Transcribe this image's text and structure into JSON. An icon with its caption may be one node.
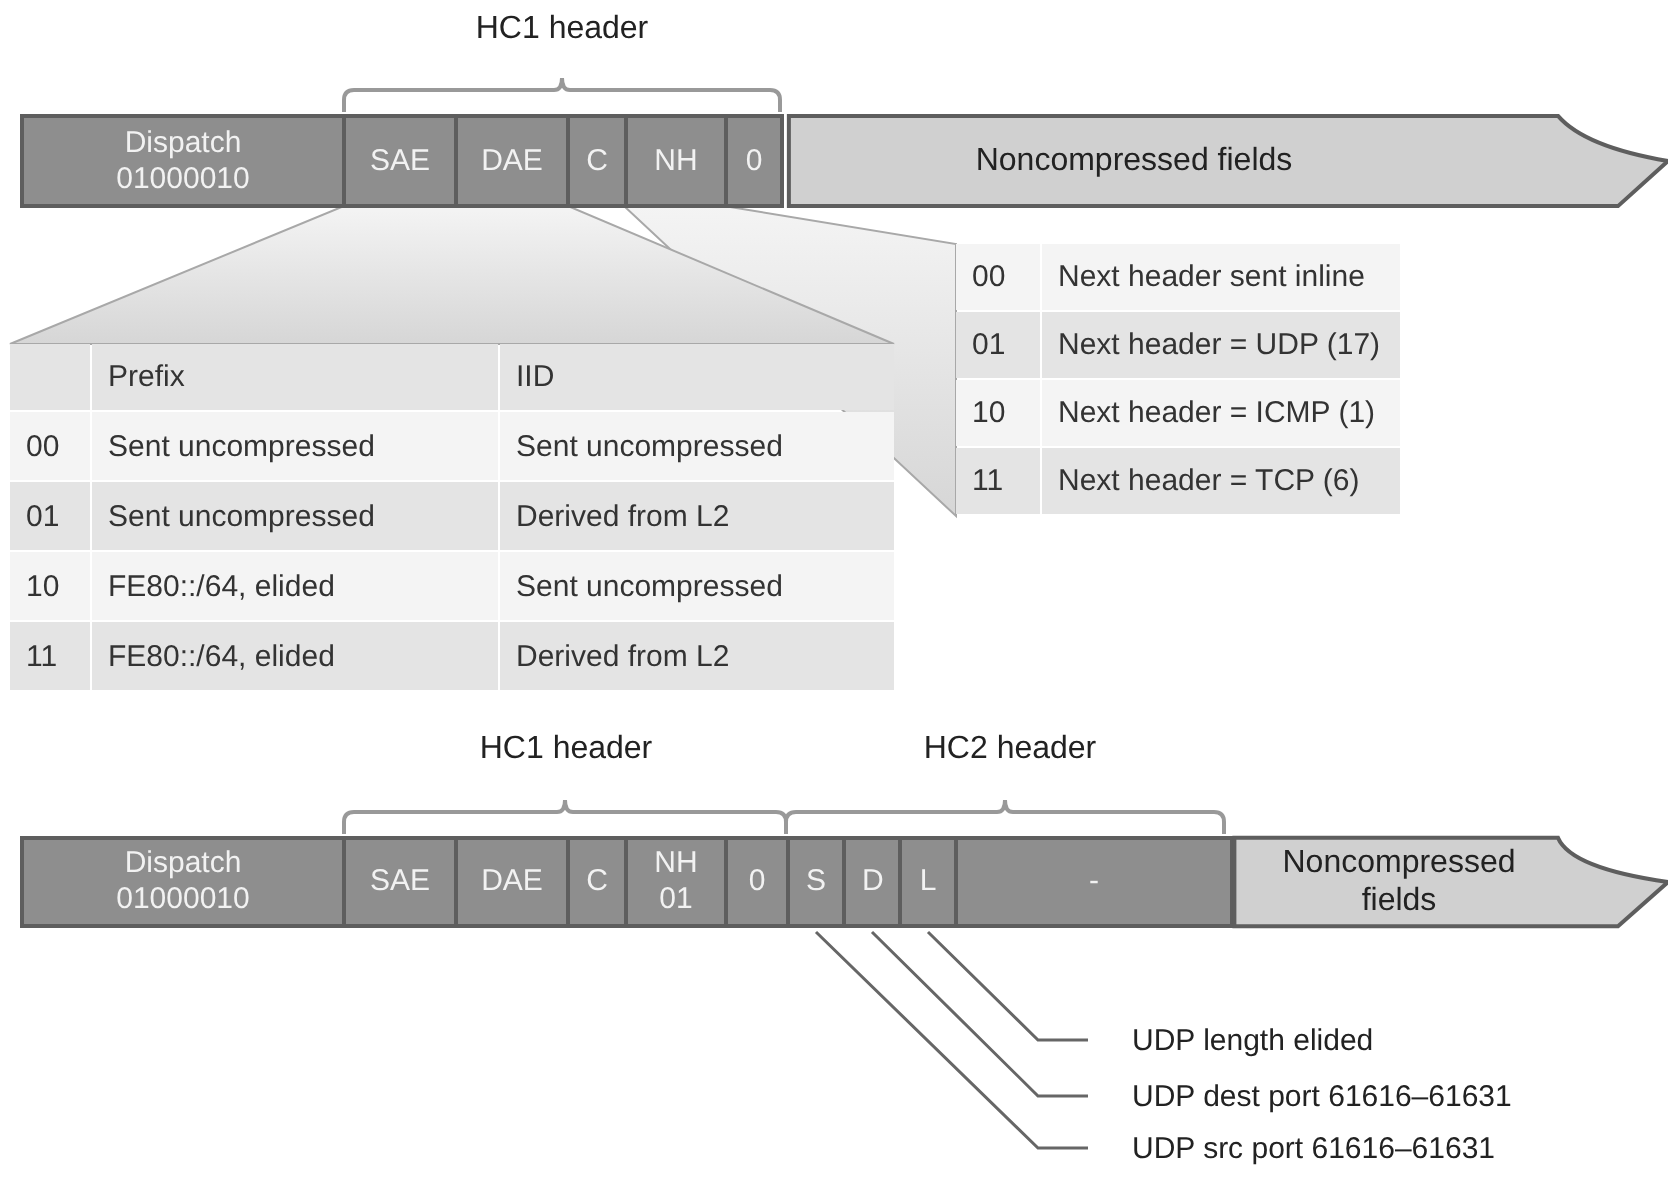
{
  "diagram": {
    "nodes": [
      {
        "text": [
          "Dispatch 01000010"
        ]
      },
      {
        "text": [
          "SAE"
        ]
      },
      {
        "text": [
          "DAE"
        ]
      },
      {
        "text": [
          "C"
        ]
      },
      {
        "text": [
          "NH"
        ]
      },
      {
        "text": [
          "0"
        ]
      },
      {
        "text": [
          "Noncompressed fields"
        ]
      },
      {
        "text": [
          "Dispatch 01000010"
        ]
      },
      {
        "text": [
          "SAE"
        ]
      },
      {
        "text": [
          "DAE"
        ]
      },
      {
        "text": [
          "C"
        ]
      },
      {
        "text": [
          "NH 01"
        ]
      },
      {
        "text": [
          "0"
        ]
      },
      {
        "text": [
          "S"
        ]
      },
      {
        "text": [
          "D"
        ]
      },
      {
        "text": [
          "L"
        ]
      },
      {
        "text": [
          "-"
        ]
      },
      {
        "text": [
          "Noncompressed fields"
        ]
      },
      {
        "text": [
          "UDP length elided"
        ]
      },
      {
        "text": [
          "UDP dest port 61616–61631"
        ]
      },
      {
        "text": [
          "UDP src port 61616–61631"
        ]
      }
    ],
    "edges": [
      {
        "from": 18,
        "to": 15,
        "arrow": "none"
      },
      {
        "from": 19,
        "to": 14,
        "arrow": "none"
      },
      {
        "from": 20,
        "to": 13,
        "arrow": "none"
      }
    ],
    "labels": [
      "HC1 header",
      "00",
      "Next header sent inline",
      "01",
      "Next header = UDP (17)",
      "10",
      "Next header = ICMP (1)",
      "11",
      "Next header = TCP (6)",
      "Prefix",
      "IID",
      "00",
      "Sent uncompressed",
      "Sent uncompressed",
      "01",
      "Sent uncompressed",
      "Derived from L2",
      "10",
      "FE80::/64, elided",
      "Sent uncompressed",
      "11",
      "FE80::/64, elided",
      "Derived from L2",
      "HC1 header",
      "HC2 header"
    ]
  }
}
